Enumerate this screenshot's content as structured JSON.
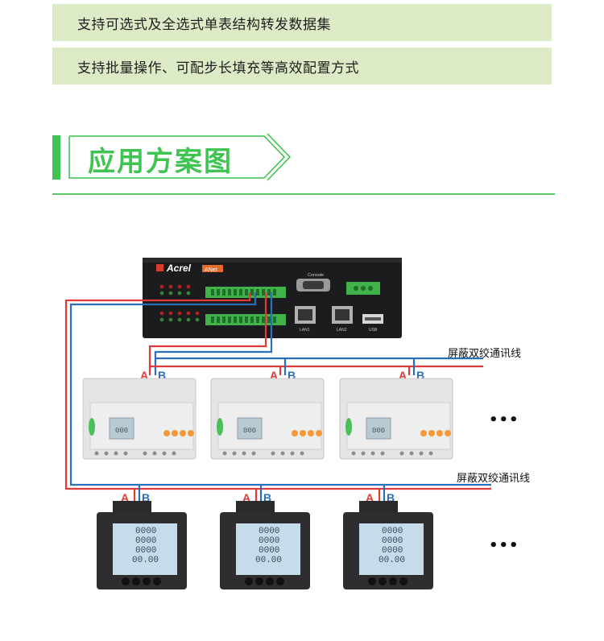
{
  "features": [
    {
      "text": "支持可选式及全选式单表结构转发数据集"
    },
    {
      "text": "支持批量操作、可配步长填充等高效配置方式"
    }
  ],
  "section": {
    "title": "应用方案图"
  },
  "diagram": {
    "gateway": {
      "brand": "Acrel",
      "model": "ANet",
      "console_label": "Console",
      "lan1_label": "LAN1",
      "lan2_label": "LAN2",
      "usb_label": "USB"
    },
    "bus_labels": {
      "row1": "屏蔽双绞通讯线",
      "row2": "屏蔽双绞通讯线"
    },
    "terminal_a": "A",
    "terminal_b": "B",
    "more_indicator": "•••",
    "rail_meters": [
      {
        "display": "000"
      },
      {
        "display": "000"
      },
      {
        "display": "000"
      }
    ],
    "panel_meters": [
      {
        "lines": [
          "0000",
          "0000",
          "0000",
          "00.00"
        ]
      },
      {
        "lines": [
          "0000",
          "0000",
          "0000",
          "00.00"
        ]
      },
      {
        "lines": [
          "0000",
          "0000",
          "0000",
          "00.00"
        ]
      }
    ],
    "colors": {
      "wire_a": "#e03a3a",
      "wire_b": "#2a6fb8",
      "accent": "#3fc451",
      "feature_bg": "#dcebc6"
    }
  }
}
